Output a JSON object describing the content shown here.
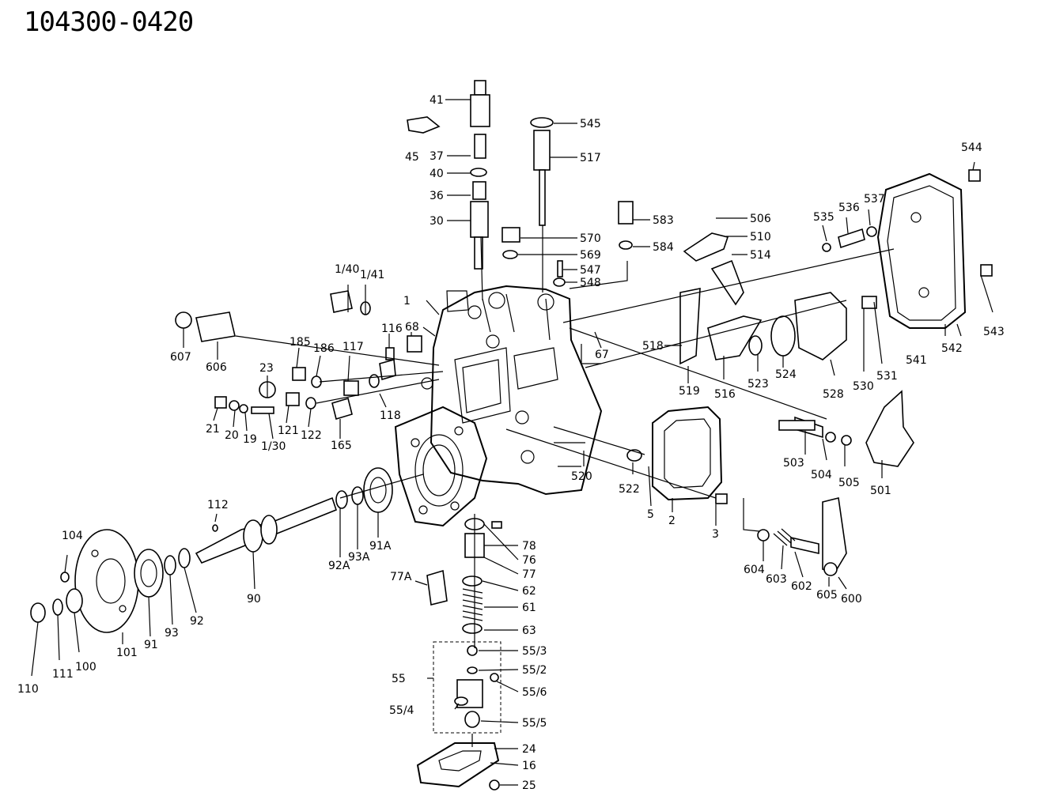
{
  "title": "104300-0420",
  "parts": {
    "p41": "41",
    "p45": "45",
    "p37": "37",
    "p40": "40",
    "p36": "36",
    "p30": "30",
    "p545": "545",
    "p517": "517",
    "p570": "570",
    "p569": "569",
    "p547": "547",
    "p548": "548",
    "p583": "583",
    "p584": "584",
    "p506": "506",
    "p510": "510",
    "p514": "514",
    "p535": "535",
    "p536": "536",
    "p537": "537",
    "p544": "544",
    "p543": "543",
    "p541": "541",
    "p542": "542",
    "p531": "531",
    "p530": "530",
    "p528": "528",
    "p524": "524",
    "p523": "523",
    "p516": "516",
    "p518": "518",
    "p519": "519",
    "p1": "1",
    "p140": "1/40",
    "p141": "1/41",
    "p607": "607",
    "p606": "606",
    "p116": "116",
    "p68": "68",
    "p67": "67",
    "p185": "185",
    "p186": "186",
    "p117": "117",
    "p23": "23",
    "p118": "118",
    "p21": "21",
    "p20": "20",
    "p19": "19",
    "p130": "1/30",
    "p121": "121",
    "p122": "122",
    "p165": "165",
    "p503": "503",
    "p504": "504",
    "p505": "505",
    "p501": "501",
    "p520": "520",
    "p522": "522",
    "p5": "5",
    "p2": "2",
    "p3": "3",
    "p112": "112",
    "p104": "104",
    "p92A": "92A",
    "p93A": "93A",
    "p91A": "91A",
    "p90": "90",
    "p78": "78",
    "p76": "76",
    "p77": "77",
    "p77A": "77A",
    "p62": "62",
    "p61": "61",
    "p63": "63",
    "p604": "604",
    "p603": "603",
    "p602": "602",
    "p605": "605",
    "p600": "600",
    "p101": "101",
    "p91": "91",
    "p93": "93",
    "p92": "92",
    "p110": "110",
    "p111": "111",
    "p100": "100",
    "p553": "55/3",
    "p552": "55/2",
    "p55": "55",
    "p556": "55/6",
    "p554": "55/4",
    "p555": "55/5",
    "p24": "24",
    "p16": "16",
    "p25": "25"
  }
}
